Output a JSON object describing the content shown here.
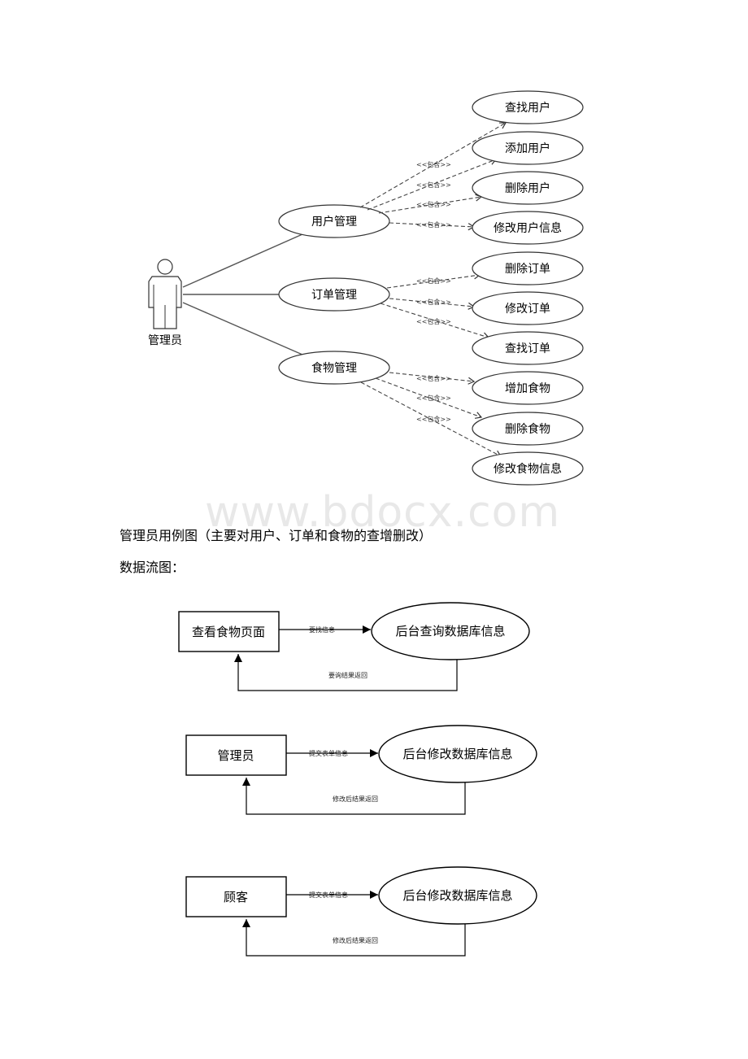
{
  "use_case_diagram": {
    "actor": "管理员",
    "include_label": "<<包含>>",
    "groups": [
      {
        "name": "用户管理",
        "includes": [
          "查找用户",
          "添加用户",
          "删除用户",
          "修改用户信息"
        ]
      },
      {
        "name": "订单管理",
        "includes": [
          "删除订单",
          "修改订单",
          "查找订单"
        ]
      },
      {
        "name": "食物管理",
        "includes": [
          "增加食物",
          "删除食物",
          "修改食物信息"
        ]
      }
    ]
  },
  "watermark": "www.bdocx.com",
  "caption": "管理员用例图（主要对用户、订单和食物的查增删改）",
  "dfd_heading": "数据流图：",
  "data_flows": [
    {
      "source": "查看食物页面",
      "process": "后台查询数据库信息",
      "request": "要找信息",
      "response": "要询结果返回"
    },
    {
      "source": "管理员",
      "process": "后台修改数据库信息",
      "request": "提交表单信息",
      "response": "修改后结果返回"
    },
    {
      "source": "顾客",
      "process": "后台修改数据库信息",
      "request": "提交表单信息",
      "response": "修改后结果返回"
    }
  ]
}
